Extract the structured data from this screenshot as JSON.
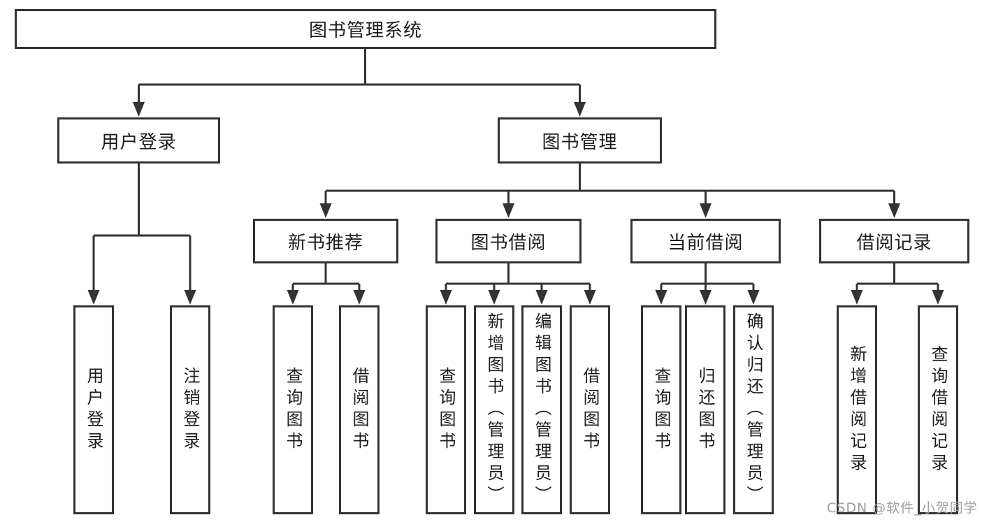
{
  "tree": {
    "root": "图书管理系统",
    "branches": [
      {
        "label": "用户登录",
        "leaves": [
          "用户登录",
          "注销登录"
        ]
      },
      {
        "label": "图书管理",
        "groups": [
          {
            "label": "新书推荐",
            "leaves": [
              "查询图书",
              "借阅图书"
            ]
          },
          {
            "label": "图书借阅",
            "leaves": [
              "查询图书",
              "新增图书（管理员）",
              "编辑图书（管理员）",
              "借阅图书"
            ]
          },
          {
            "label": "当前借阅",
            "leaves": [
              "查询图书",
              "归还图书",
              "确认归还（管理员）"
            ]
          },
          {
            "label": "借阅记录",
            "leaves": [
              "新增借阅记录",
              "查询借阅记录"
            ]
          }
        ]
      }
    ]
  },
  "watermark": "CSDN @软件_小贺同学",
  "colors": {
    "line": "#333333",
    "text": "#1d1d1d",
    "watermark": "#9e9e9e",
    "background": "#ffffff"
  }
}
